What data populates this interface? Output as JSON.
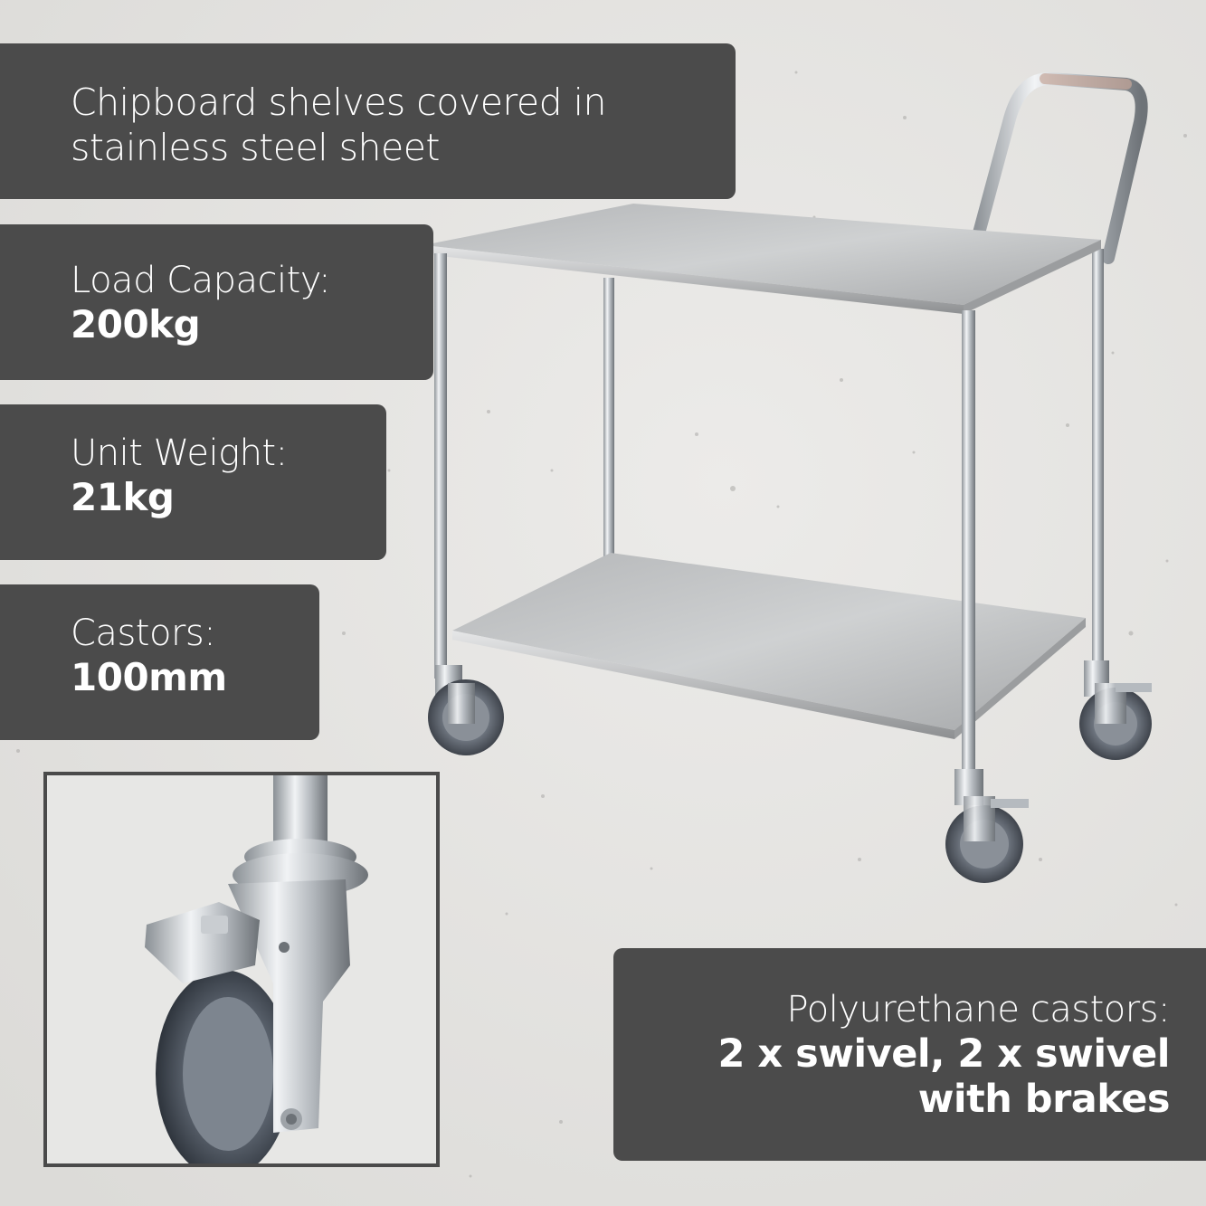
{
  "features": {
    "shelves": {
      "label": "Chipboard shelves covered in stainless steel sheet"
    },
    "load": {
      "label": "Load Capacity:",
      "value": "200kg"
    },
    "weight": {
      "label": "Unit Weight:",
      "value": "21kg"
    },
    "castors": {
      "label": "Castors:",
      "value": "100mm"
    },
    "polyurethane": {
      "label": "Polyurethane castors:",
      "value": "2 x swivel, 2 x swivel with brakes"
    }
  },
  "colors": {
    "panel": "#4b4b4b",
    "text": "#ffffff",
    "background": "#e3e3e1"
  },
  "icons": {
    "product": "trolley-image",
    "detail": "castor-wheel-image"
  }
}
